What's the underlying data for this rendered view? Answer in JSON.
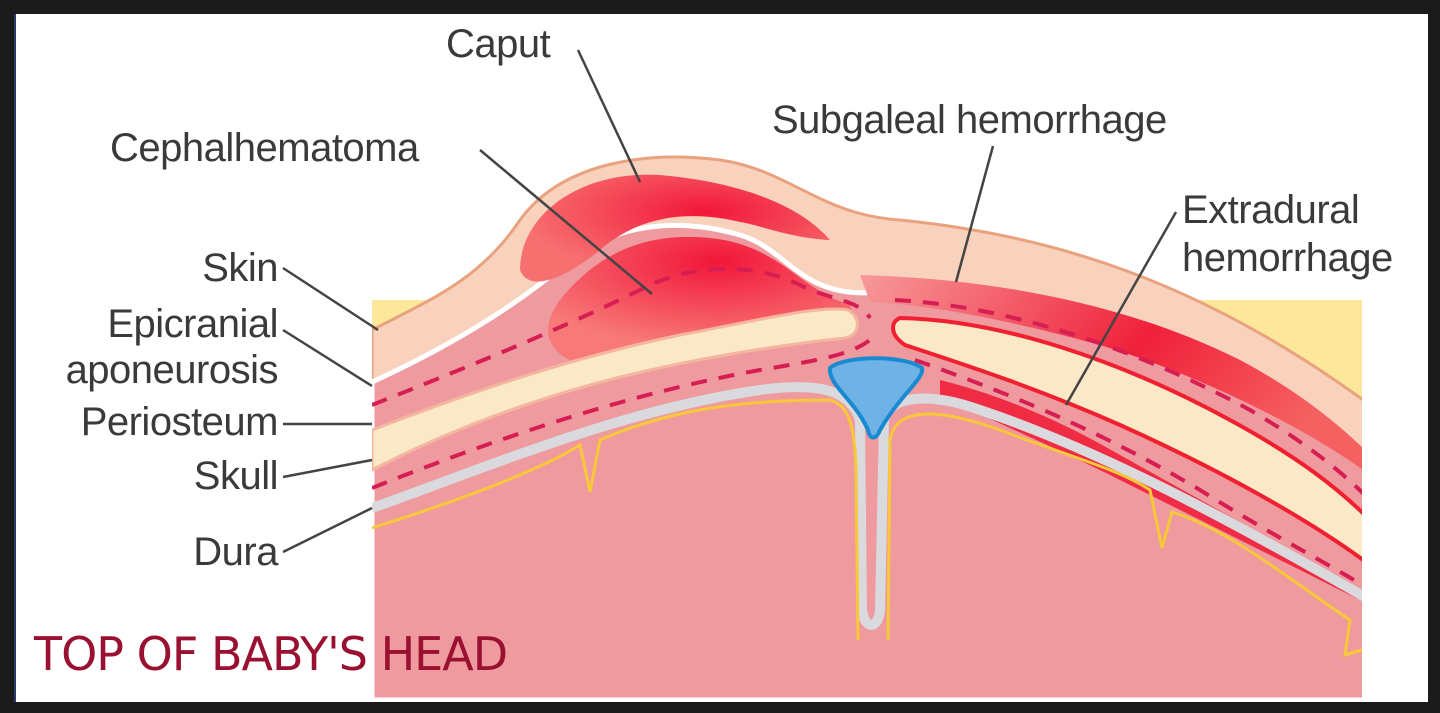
{
  "diagram": {
    "caption": "TOP OF BABY'S HEAD",
    "labels": {
      "caput": "Caput",
      "cephalhematoma": "Cephalhematoma",
      "subgaleal": "Subgaleal hemorrhage",
      "extradural_1": "Extradural",
      "extradural_2": "hemorrhage",
      "skin": "Skin",
      "epicranial_1": "Epicranial",
      "epicranial_2": "aponeurosis",
      "periosteum": "Periosteum",
      "skull": "Skull",
      "dura": "Dura"
    },
    "colors": {
      "skin": "#f9d2bd",
      "skin_edge": "#e9a27e",
      "hemorrhage": "#f2203c",
      "hemorrhage_light": "#f76a6a",
      "aponeurosis_layer": "#ee9a9e",
      "bone": "#fbe8c6",
      "dura": "#d9d9de",
      "brain": "#fde79a",
      "brain_edge": "#f7c93a",
      "fontanelle": "#6fb3e6",
      "fontanelle_edge": "#1a8ad0",
      "caption": "#9a1030",
      "label_text": "#3a3a3a"
    }
  }
}
